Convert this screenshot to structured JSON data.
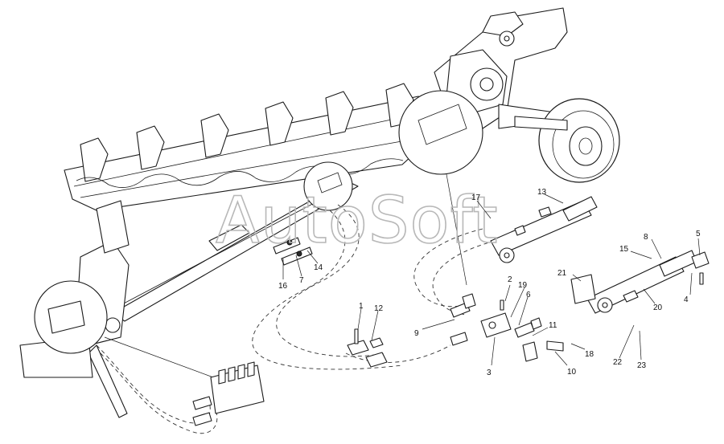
{
  "watermark": "AutoSoft",
  "callouts": [
    {
      "id": "c1",
      "text": "1"
    },
    {
      "id": "c2",
      "text": "2"
    },
    {
      "id": "c3",
      "text": "3"
    },
    {
      "id": "c4",
      "text": "4"
    },
    {
      "id": "c5",
      "text": "5"
    },
    {
      "id": "c6",
      "text": "6"
    },
    {
      "id": "c7",
      "text": "7"
    },
    {
      "id": "c8",
      "text": "8"
    },
    {
      "id": "c9",
      "text": "9"
    },
    {
      "id": "c10",
      "text": "10"
    },
    {
      "id": "c11",
      "text": "11"
    },
    {
      "id": "c12",
      "text": "12"
    },
    {
      "id": "c13",
      "text": "13"
    },
    {
      "id": "c14",
      "text": "14"
    },
    {
      "id": "c15",
      "text": "15"
    },
    {
      "id": "c16",
      "text": "16"
    },
    {
      "id": "c17",
      "text": "17"
    },
    {
      "id": "c18",
      "text": "18"
    },
    {
      "id": "c19",
      "text": "19"
    },
    {
      "id": "c20",
      "text": "20"
    },
    {
      "id": "c21",
      "text": "21"
    },
    {
      "id": "c22",
      "text": "22"
    },
    {
      "id": "c23",
      "text": "23"
    }
  ]
}
